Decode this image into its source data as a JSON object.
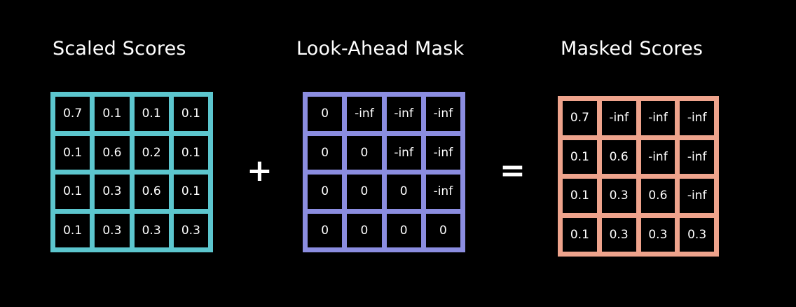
{
  "operators": {
    "plus": "+",
    "equals": "="
  },
  "matrices": [
    {
      "title": "Scaled Scores",
      "color": "#5cc6ce",
      "cells": [
        [
          "0.7",
          "0.1",
          "0.1",
          "0.1"
        ],
        [
          "0.1",
          "0.6",
          "0.2",
          "0.1"
        ],
        [
          "0.1",
          "0.3",
          "0.6",
          "0.1"
        ],
        [
          "0.1",
          "0.3",
          "0.3",
          "0.3"
        ]
      ]
    },
    {
      "title": "Look-Ahead Mask",
      "color": "#8b8de0",
      "cells": [
        [
          "0",
          "-inf",
          "-inf",
          "-inf"
        ],
        [
          "0",
          "0",
          "-inf",
          "-inf"
        ],
        [
          "0",
          "0",
          "0",
          "-inf"
        ],
        [
          "0",
          "0",
          "0",
          "0"
        ]
      ]
    },
    {
      "title": "Masked Scores",
      "color": "#eea38c",
      "cells": [
        [
          "0.7",
          "-inf",
          "-inf",
          "-inf"
        ],
        [
          "0.1",
          "0.6",
          "-inf",
          "-inf"
        ],
        [
          "0.1",
          "0.3",
          "0.6",
          "-inf"
        ],
        [
          "0.1",
          "0.3",
          "0.3",
          "0.3"
        ]
      ]
    }
  ]
}
